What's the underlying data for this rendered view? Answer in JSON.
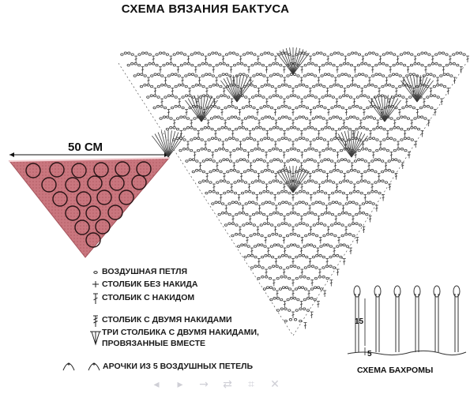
{
  "title": "СХЕМА ВЯЗАНИЯ БАКТУСА",
  "photo": {
    "width_label": "50 СМ",
    "colors": {
      "fabric": "#c9767e",
      "fabric_dark": "#a5545c",
      "motif_outline": "#2a1416"
    }
  },
  "legend": [
    {
      "symbol_icon": "chain-stitch-icon",
      "label": "ВОЗДУШНАЯ ПЕТЛЯ"
    },
    {
      "symbol_icon": "single-crochet-icon",
      "label": "СТОЛБИК БЕЗ НАКИДА"
    },
    {
      "symbol_icon": "double-crochet-icon",
      "label": "СТОЛБИК С НАКИДОМ"
    },
    {
      "symbol_icon": "treble-crochet-icon",
      "label": "СТОЛБИК С ДВУМЯ НАКИДАМИ"
    },
    {
      "symbol_icon": "tr3tog-icon",
      "label_line1": "ТРИ СТОЛБИКА С ДВУМЯ НАКИДАМИ,",
      "label_line2": "ПРОВЯЗАННЫЕ ВМЕСТЕ"
    },
    {
      "symbol_icon": "picot-arch-icon",
      "label": "АРОЧКИ ИЗ 5 ВОЗДУШНЫХ ПЕТЕЛЬ"
    }
  ],
  "fringe": {
    "caption": "СХЕМА БАХРОМЫ",
    "dim_long": "15",
    "dim_short": "5"
  },
  "colors": {
    "ink": "#1b1b1b",
    "chart_line": "#3a3a3a",
    "toolbar": "#cfcfd6"
  },
  "toolbar_icons": [
    "arrow-left-icon",
    "play-icon",
    "arrow-right-icon",
    "arrows-icon",
    "crop-icon",
    "close-icon"
  ]
}
